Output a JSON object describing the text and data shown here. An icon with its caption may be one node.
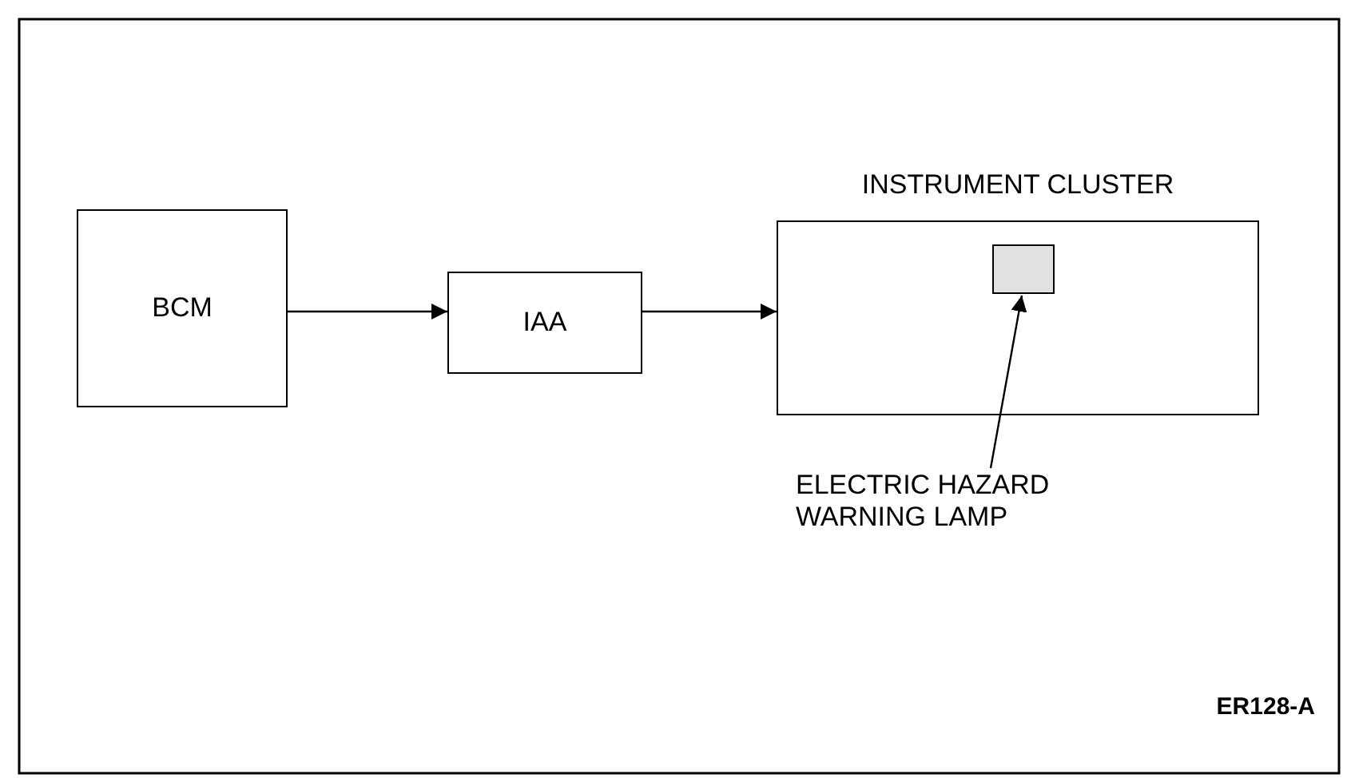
{
  "diagram": {
    "nodes": [
      {
        "text": [
          "BCM"
        ]
      },
      {
        "text": [
          "IAA"
        ]
      },
      {
        "text": [
          "INSTRUMENT CLUSTER"
        ]
      },
      {
        "text": [],
        "shape": "box",
        "in": 2
      },
      {
        "text": [
          "ELECTRIC HAZARD WARNING LAMP"
        ]
      }
    ],
    "edges": [
      {
        "from": 0,
        "to": 1,
        "arrow": "to"
      },
      {
        "from": 1,
        "to": 2,
        "arrow": "to"
      },
      {
        "from": 4,
        "to": 3,
        "arrow": "to"
      }
    ],
    "labels": [
      "ER128-A"
    ]
  }
}
